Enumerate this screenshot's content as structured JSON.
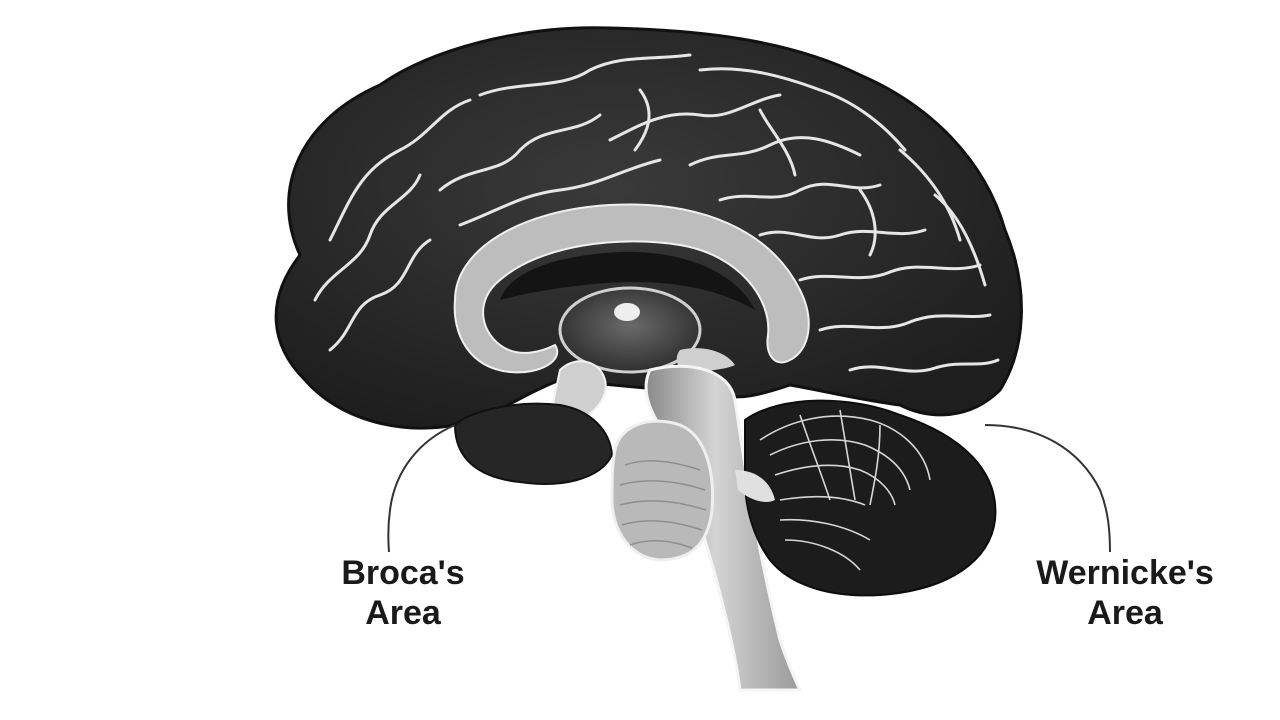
{
  "labels": {
    "broca": {
      "line1": "Broca's",
      "line2": "Area"
    },
    "wernicke": {
      "line1": "Wernicke's",
      "line2": "Area"
    }
  },
  "colors": {
    "background": "#ffffff",
    "cortex": "#2b2b2b",
    "gyrus_line": "#e6e6e6",
    "corpus_callosum": "#bdbdbd",
    "brainstem": "#c4c4c4",
    "cerebellum_dark": "#1c1c1c",
    "cerebellum_light": "#d6d6d6",
    "leader_line": "#333333",
    "text": "#1a1a1a"
  }
}
